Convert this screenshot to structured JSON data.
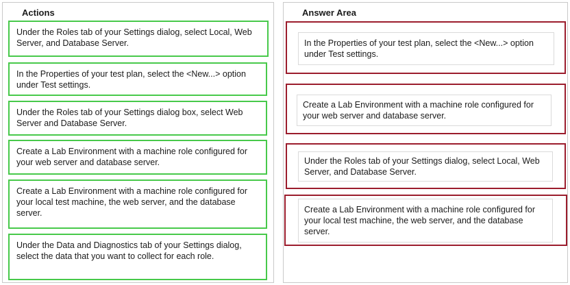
{
  "actions": {
    "title": "Actions",
    "items": [
      "Under the Roles tab of your Settings dialog, select Local, Web Server, and Database Server.",
      "In the Properties of your test plan, select the <New...> option under Test settings.",
      "Under the Roles tab of your Settings dialog box, select Web Server and Database Server.",
      "Create a Lab Environment with a machine role configured for your web server and database server.",
      "Create a Lab Environment with a machine role configured for your local test machine, the web server, and the database server.",
      "Under the Data and Diagnostics tab of your Settings dialog, select the data that you want to collect for each role."
    ]
  },
  "answer_area": {
    "title": "Answer Area",
    "items": [
      "In the Properties of your test plan, select the <New...> option under Test settings.",
      "Create a Lab Environment with a machine role configured for your web server and database server.",
      "Under the Roles tab of your Settings dialog, select Local, Web Server, and Database Server.",
      "Create a Lab Environment with a machine role configured for your local test machine, the web server, and the database server."
    ]
  },
  "colors": {
    "action_border": "#47c94a",
    "answer_border": "#9b1c2c"
  }
}
